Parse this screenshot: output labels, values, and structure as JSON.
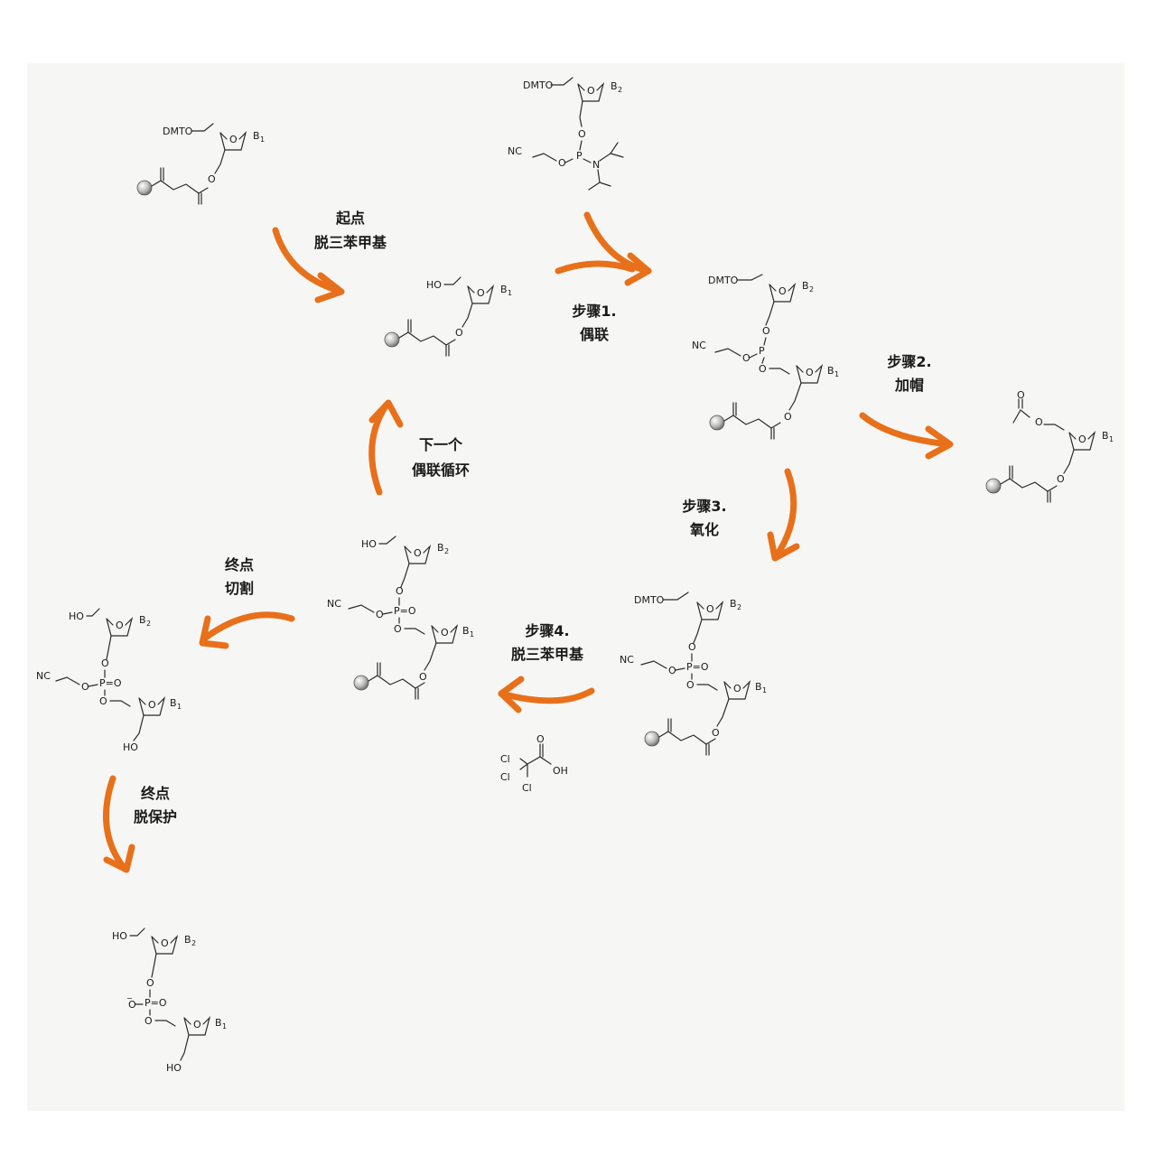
{
  "colors": {
    "arrow": "#e8701a",
    "background": "#f5f5f3",
    "ink": "#1a1a1a"
  },
  "steps": {
    "start": [
      "起点",
      "脱三苯甲基"
    ],
    "step1": [
      "步骤1.",
      "偶联"
    ],
    "step2": [
      "步骤2.",
      "加帽"
    ],
    "step3": [
      "步骤3.",
      "氧化"
    ],
    "step4": [
      "步骤4.",
      "脱三苯甲基"
    ],
    "next": [
      "下一个",
      "偶联循环"
    ],
    "cleave": [
      "终点",
      "切割"
    ],
    "deprotect": [
      "终点",
      "脱保护"
    ]
  },
  "atoms": {
    "dmto": "DMTO",
    "ho": "HO",
    "o": "O",
    "b": "B",
    "b1": "1",
    "b2": "2",
    "p": "P",
    "po": "P=O",
    "n": "N",
    "nc": "NC",
    "oh": "OH",
    "cl": "Cl",
    "neg_o": "O",
    "minus": "−"
  }
}
